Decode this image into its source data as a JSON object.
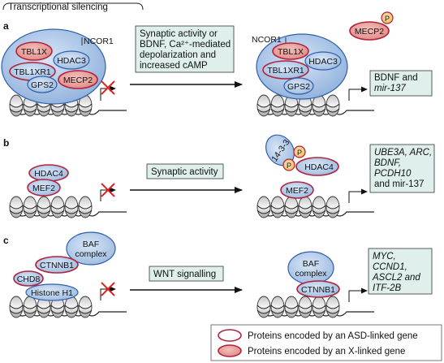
{
  "header": {
    "title": "Transcriptional silencing"
  },
  "panel_a": {
    "label": "a",
    "left_proteins": {
      "ncor1": "NCOR1",
      "tbl1x": "TBL1X",
      "hdac3": "HDAC3",
      "tbl1xr1": "TBL1XR1",
      "mecp2": "MECP2",
      "gps2": "GPS2"
    },
    "stimulus": [
      "Synaptic activity or",
      "BDNF, Ca²⁺-mediated",
      "depolarization and",
      "increased cAMP"
    ],
    "right_proteins": {
      "ncor1": "NCOR1",
      "tbl1x": "TBL1X",
      "hdac3": "HDAC3",
      "tbl1xr1": "TBL1XR1",
      "gps2": "GPS2",
      "mecp2": "MECP2",
      "p": "P"
    },
    "genes": [
      "BDNF and",
      "mir-137"
    ]
  },
  "panel_b": {
    "label": "b",
    "left_proteins": {
      "hdac4": "HDAC4",
      "mef2": "MEF2"
    },
    "stimulus": "Synaptic activity",
    "right_proteins": {
      "p14_3_3": "14-3-3",
      "p1": "P",
      "p2": "P",
      "hdac4": "HDAC4",
      "mef2": "MEF2"
    },
    "genes": [
      "UBE3A, ARC,",
      "BDNF,",
      "PCDH10",
      "and mir-137"
    ]
  },
  "panel_c": {
    "label": "c",
    "left_proteins": {
      "baf": [
        "BAF",
        "complex"
      ],
      "ctnnb1": "CTNNB1",
      "chd8": "CHD8",
      "histone": "Histone H1"
    },
    "stimulus": "WNT signalling",
    "right_proteins": {
      "baf": [
        "BAF",
        "complex"
      ],
      "ctnnb1": "CTNNB1"
    },
    "genes": [
      "MYC,",
      "CCND1,",
      "ASCL2 and",
      "ITF-2B"
    ]
  },
  "legend": {
    "asd": "Proteins encoded by an ASD-linked gene",
    "xlinked": "Proteins encoded by an X-linked gene"
  },
  "colors": {
    "blue_fill": "#a9c4e6",
    "blue_stroke": "#2f5fa8",
    "red_fill": "#e89a9a",
    "asd_outline": "#b0233b",
    "box_fill": "#dff0ec",
    "phos_fill": "#f6c77a",
    "repress_x": "#e02020"
  }
}
